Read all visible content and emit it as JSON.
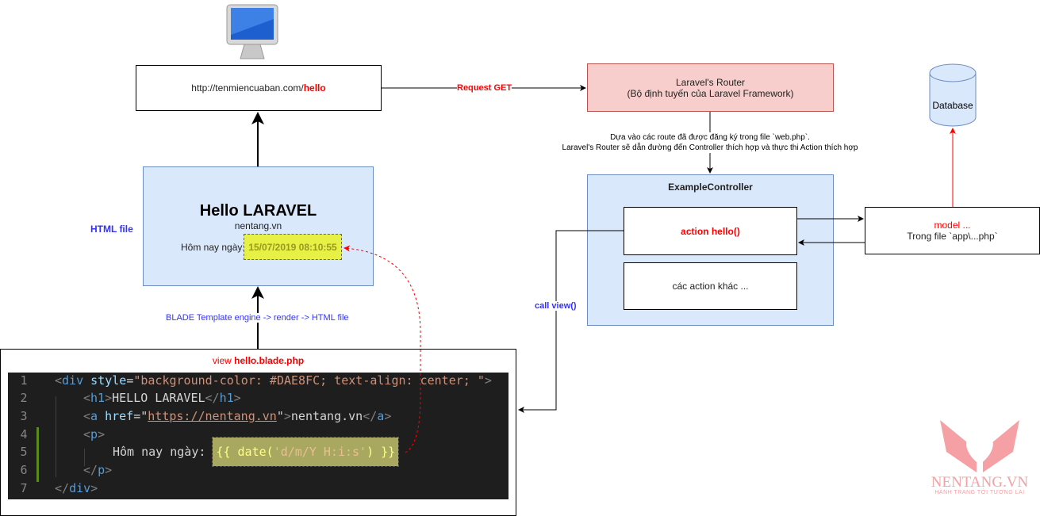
{
  "browser": {
    "url_prefix": "http://tenmiencuaban.com/",
    "url_path": "hello"
  },
  "request_label": "Request GET",
  "router": {
    "title": "Laravel's Router",
    "subtitle": "(Bộ định tuyến của Laravel Framework)"
  },
  "route_note": {
    "line1": "Dựa vào các route đã được đăng ký trong file `web.php`.",
    "line2": "Laravel's Router sẽ dẫn đường đến Controller thích hợp và thực thi Action thích hợp"
  },
  "database": {
    "label": "Database"
  },
  "controller": {
    "title": "ExampleController",
    "action_hello": "action hello()",
    "other_actions": "các action khác ..."
  },
  "model": {
    "title": "model ...",
    "file": "Trong file `app\\...php`"
  },
  "call_view": "call view()",
  "html_file": {
    "label": "HTML file",
    "heading": "Hello LARAVEL",
    "link": "nentang.vn",
    "date_label": "Hôm nay ngày:",
    "date_value": "15/07/2019 08:10:55"
  },
  "blade_label": "BLADE Template engine -> render -> HTML file",
  "view": {
    "prefix": "view ",
    "file": "hello.blade.php"
  },
  "code": {
    "line_numbers": [
      "1",
      "2",
      "3",
      "4",
      "5",
      "6",
      "7"
    ],
    "l1": {
      "open": "<",
      "tag": "div",
      "attr": " style",
      "eq": "=",
      "val": "\"background-color: #DAE8FC; text-align: center; \"",
      "close": ">"
    },
    "l2": {
      "open": "<",
      "tag": "h1",
      "close": ">",
      "text": "HELLO LARAVEL",
      "eopen": "</",
      "etag": "h1",
      "eclose": ">"
    },
    "l3": {
      "open": "<",
      "tag": "a",
      "attr": " href",
      "eq": "=\"",
      "url": "https://nentang.vn",
      "q": "\"",
      "close": ">",
      "text": "nentang.vn",
      "eopen": "</",
      "etag": "a",
      "eclose": ">"
    },
    "l4": {
      "open": "<",
      "tag": "p",
      "close": ">"
    },
    "l5": {
      "text": "Hôm nay ngày: ",
      "blade": "{{ date(",
      "arg": "'d/m/Y H:i:s'",
      "blade_end": ") }}"
    },
    "l6": {
      "open": "</",
      "tag": "p",
      "close": ">"
    },
    "l7": {
      "open": "</",
      "tag": "div",
      "close": ">"
    }
  },
  "logo": {
    "name": "NENTANG.VN",
    "tagline": "HÀNH TRANG TỚI TƯƠNG LAI"
  },
  "colors": {
    "router_fill": "#f8cecc",
    "router_border": "#b85450",
    "blue_fill": "#dae8fc",
    "blue_border": "#6c8ebf",
    "red": "#ff0000",
    "label_blue": "#3333ff",
    "date_fill": "#e6f045",
    "logo": "#f4a0a4"
  }
}
